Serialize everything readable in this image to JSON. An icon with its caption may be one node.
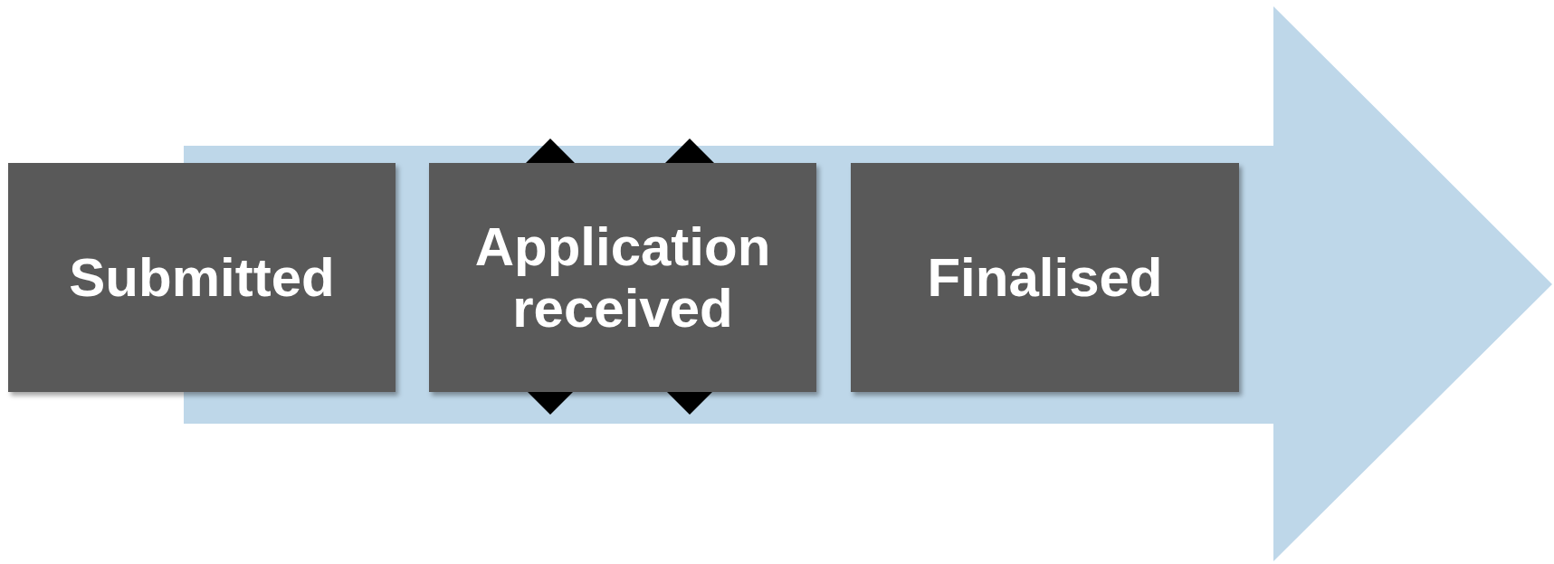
{
  "diagram": {
    "nodes": [
      {
        "text": [
          "Submitted"
        ]
      },
      {
        "text": [
          "Application received"
        ]
      },
      {
        "text": [
          "Finalised"
        ]
      }
    ]
  }
}
